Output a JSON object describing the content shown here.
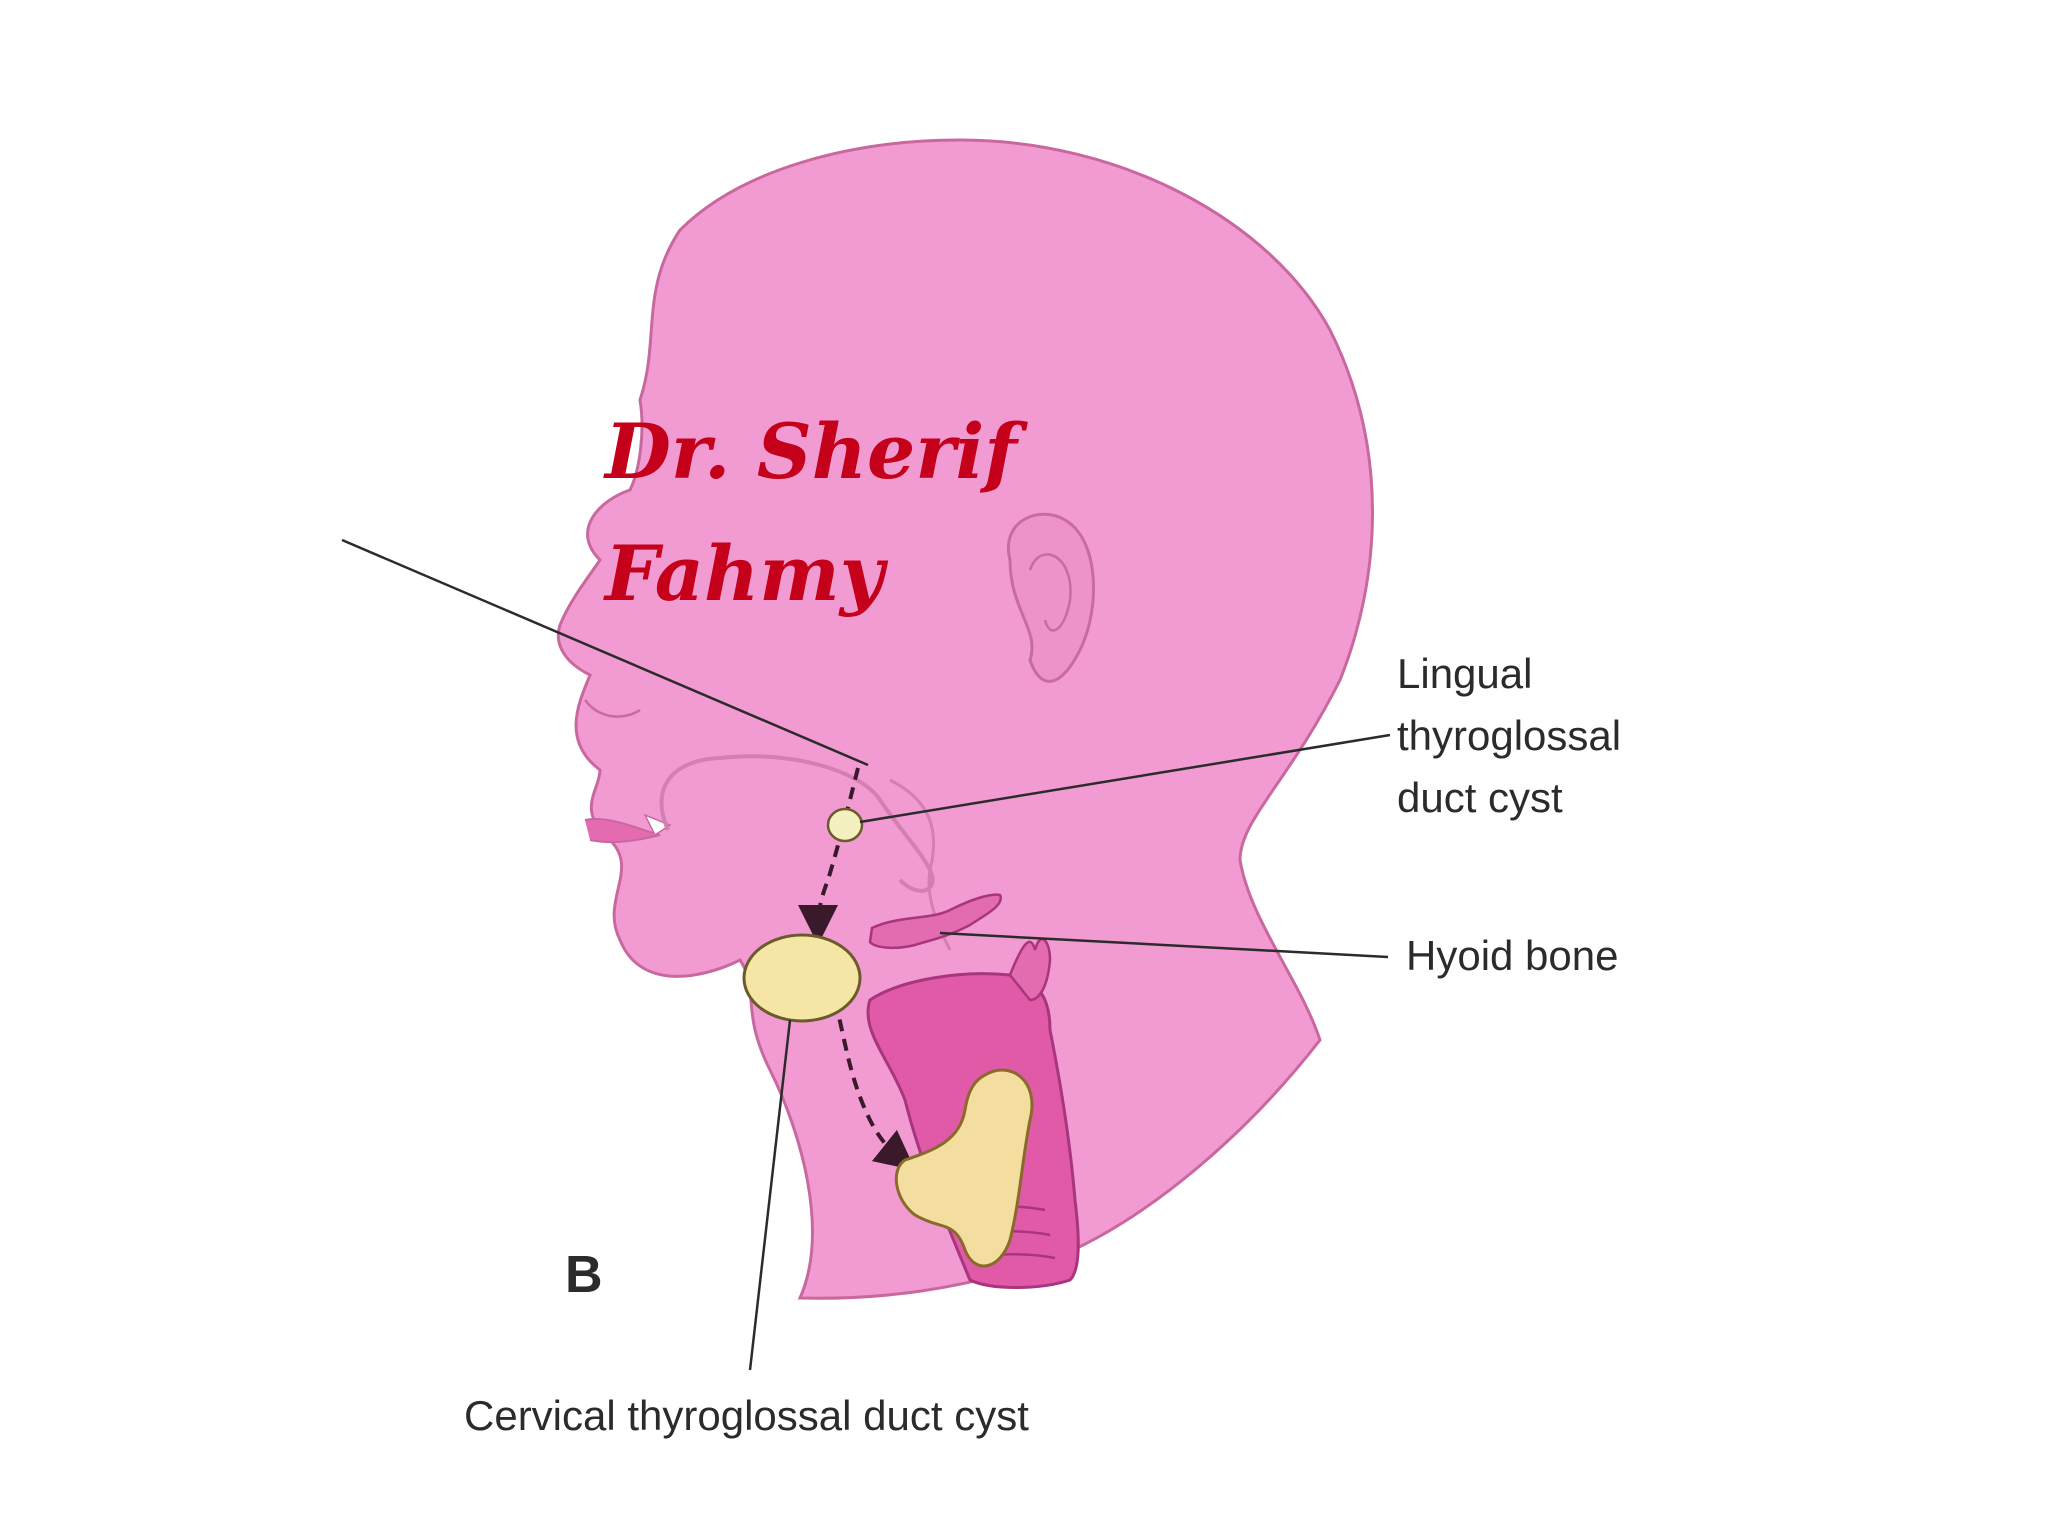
{
  "panel_letter": "B",
  "labels": {
    "lingual_line1": "Lingual",
    "lingual_line2": "thyroglossal",
    "lingual_line3": "duct cyst",
    "hyoid": "Hyoid bone",
    "cervical": "Cervical thyroglossal duct cyst"
  },
  "watermark": {
    "line1": "Dr. Sherif",
    "line2": "Fahmy"
  },
  "colors": {
    "skin": "#f19bd2",
    "skin_outline": "#c9689f",
    "cyst": "#f5e6a6",
    "thyroid": "#f3dea0",
    "larynx": "#e05aa8",
    "watermark": "#c4001a"
  }
}
